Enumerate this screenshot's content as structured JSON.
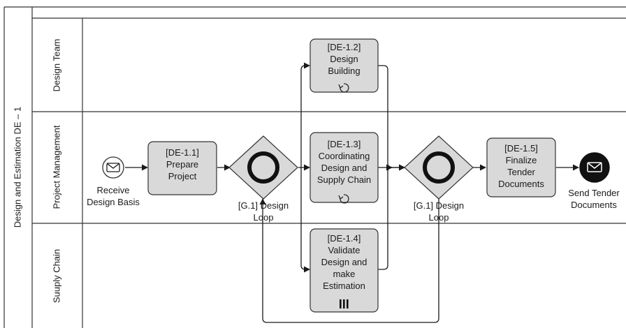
{
  "pool": {
    "title": "Design and Estimation DE – 1"
  },
  "lanes": [
    "Design Team",
    "Project Management",
    "Suuply Chain"
  ],
  "start_event": {
    "label_line1": "Receive",
    "label_line2": "Design Basis",
    "icon": "envelope-icon"
  },
  "end_event": {
    "label_line1": "Send Tender",
    "label_line2": "Documents",
    "icon": "envelope-filled-icon"
  },
  "tasks": {
    "de11": {
      "lines": [
        "[DE-1.1]",
        "Prepare",
        "Project"
      ]
    },
    "de12": {
      "lines": [
        "[DE-1.2]",
        "Design",
        "Building"
      ],
      "marker": "loop-icon"
    },
    "de13": {
      "lines": [
        "[DE-1.3]",
        "Coordinating",
        "Design and",
        "Supply Chain"
      ],
      "marker": "loop-icon"
    },
    "de14": {
      "lines": [
        "[DE-1.4]",
        "Validate",
        "Design and",
        "make",
        "Estimation"
      ],
      "marker": "parallel-multi-instance-icon"
    },
    "de15": {
      "lines": [
        "[DE-1.5]",
        "Finalize",
        "Tender",
        "Documents"
      ]
    }
  },
  "gateways": {
    "g1": {
      "label_line1": "[G.1] Design",
      "label_line2": "Loop"
    },
    "g2": {
      "label_line1": "[G.1] Design",
      "label_line2": "Loop"
    }
  },
  "colors": {
    "task_fill": "#d9d9d9",
    "stroke": "#333333",
    "end_fill": "#111111"
  }
}
